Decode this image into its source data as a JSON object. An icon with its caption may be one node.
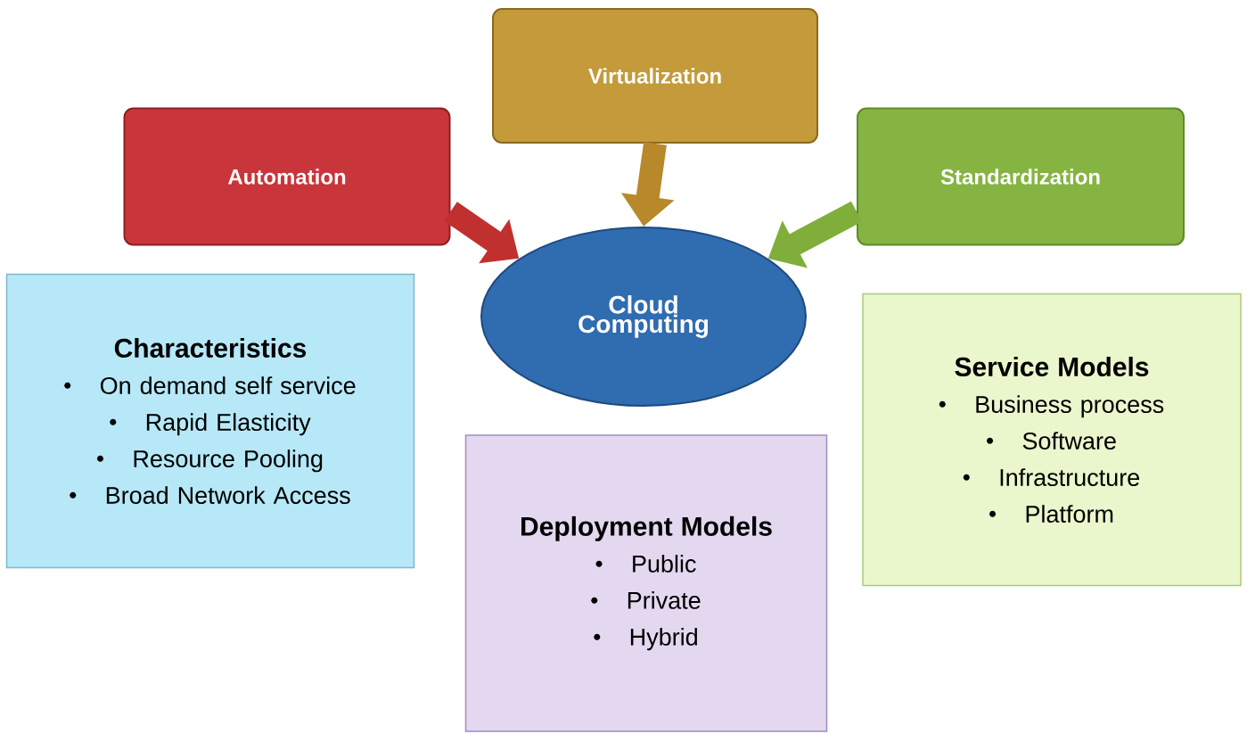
{
  "diagram": {
    "nodes": [
      {
        "text": [
          "Virtualization"
        ]
      },
      {
        "text": [
          "Automation"
        ]
      },
      {
        "text": [
          "Standardization"
        ]
      },
      {
        "text": [
          "Characteristics",
          "On demand self service",
          "Rapid Elasticity",
          "Resource Pooling",
          "Broad Network Access"
        ]
      },
      {
        "text": [
          "Cloud Computing"
        ]
      },
      {
        "text": [
          "Service Models",
          "Business process",
          "Software",
          "Infrastructure",
          "Platform"
        ]
      },
      {
        "text": [
          "Deployment Models",
          "Public",
          "Private",
          "Hybrid"
        ]
      }
    ],
    "edges": [
      {
        "from": 0,
        "to": 4,
        "arrow": "to",
        "color": "#b8892a"
      },
      {
        "from": 1,
        "to": 4,
        "arrow": "to",
        "color": "#c0302f"
      },
      {
        "from": 2,
        "to": 4,
        "arrow": "to",
        "color": "#7fae3a"
      }
    ]
  }
}
